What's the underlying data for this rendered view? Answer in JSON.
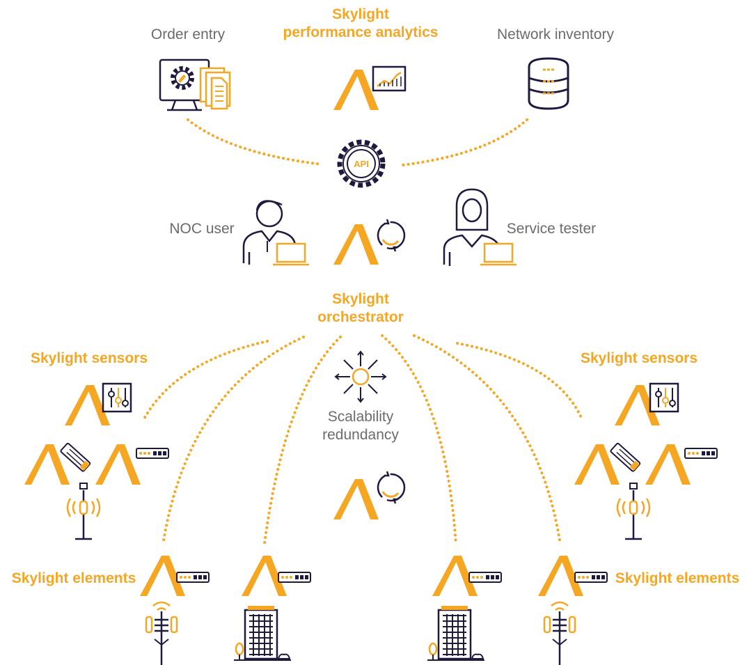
{
  "colors": {
    "accent": "#f5a623",
    "ink": "#1f1a3d",
    "label_gray": "#6b6b6b"
  },
  "top": {
    "order_entry": "Order entry",
    "performance_line1": "Skylight",
    "performance_line2": "performance analytics",
    "network_inventory": "Network inventory"
  },
  "api": {
    "badge": "API"
  },
  "middle": {
    "noc_user": "NOC user",
    "service_tester": "Service tester"
  },
  "orchestrator": {
    "line1": "Skylight",
    "line2": "orchestrator"
  },
  "scalability": {
    "line1": "Scalability",
    "line2": "redundancy"
  },
  "sensors": {
    "left": "Skylight sensors",
    "right": "Skylight sensors"
  },
  "elements": {
    "left": "Skylight elements",
    "right": "Skylight elements"
  },
  "icons": [
    "gear-monitor-icon",
    "documents-icon",
    "skylight-logo-icon",
    "analytics-chart-icon",
    "database-icon",
    "api-gear-icon",
    "noc-user-icon",
    "laptop-icon",
    "sync-icon",
    "service-tester-icon",
    "sun-arrows-icon",
    "sensor-panel-icon",
    "sfp-module-icon",
    "network-device-icon",
    "antenna-tower-icon",
    "office-building-icon"
  ]
}
